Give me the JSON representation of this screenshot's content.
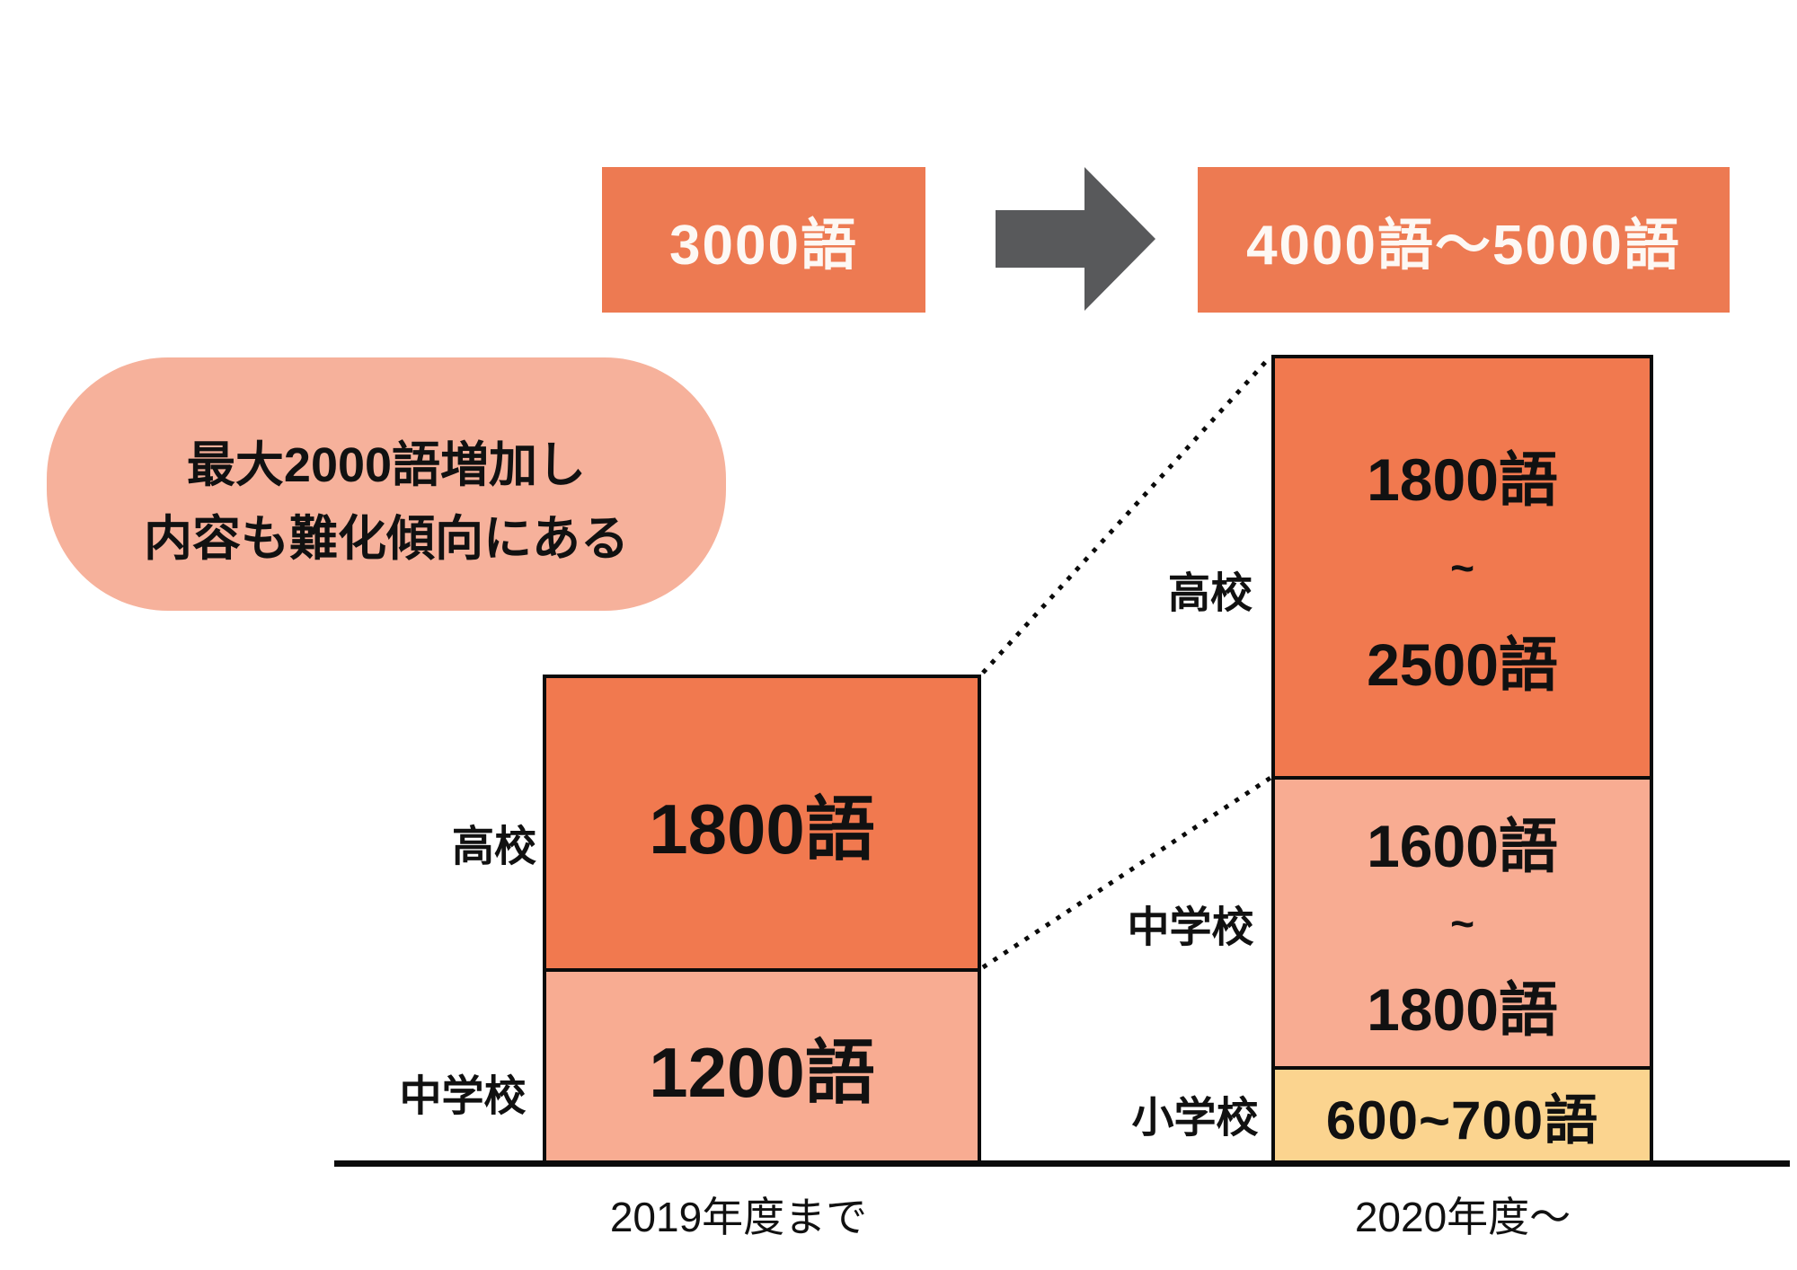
{
  "colors": {
    "accent_orange": "#F1794F",
    "flow_box_orange": "#ED7A52",
    "light_salmon": "#F8AC92",
    "bubble_salmon": "#F6B19B",
    "elementary_yellow": "#FBD48F",
    "arrow_gray": "#58595B",
    "line_black": "#0B0B0B"
  },
  "flow": {
    "before": "3000語",
    "after": "4000語〜5000語"
  },
  "callout": {
    "line1": "最大2000語増加し",
    "line2": "内容も難化傾向にある"
  },
  "left_bar": {
    "hs_label": "高校",
    "hs_value": "1800語",
    "jhs_label": "中学校",
    "jhs_value": "1200語"
  },
  "right_bar": {
    "hs_label": "高校",
    "hs_line1": "1800語",
    "hs_tilde": "~",
    "hs_line2": "2500語",
    "jhs_label": "中学校",
    "jhs_line1": "1600語",
    "jhs_tilde": "~",
    "jhs_line2": "1800語",
    "es_label": "小学校",
    "es_value": "600~700語"
  },
  "axis": {
    "left": "2019年度まで",
    "right": "2020年度〜"
  },
  "chart_data": {
    "type": "bar",
    "subtype": "stacked",
    "title": "",
    "categories": [
      "2019年度まで",
      "2020年度〜"
    ],
    "unit": "語",
    "totals_text": [
      "3000語",
      "4000語〜5000語"
    ],
    "series": [
      {
        "name": "小学校",
        "color": "#FBD48F",
        "values_min": [
          null,
          600
        ],
        "values_max": [
          null,
          700
        ],
        "value_text": [
          null,
          "600~700語"
        ]
      },
      {
        "name": "中学校",
        "color": "#F8AC92",
        "values_min": [
          1200,
          1600
        ],
        "values_max": [
          1200,
          1800
        ],
        "value_text": [
          "1200語",
          "1600語~1800語"
        ]
      },
      {
        "name": "高校",
        "color": "#F1794F",
        "values_min": [
          1800,
          1800
        ],
        "values_max": [
          1800,
          2500
        ],
        "value_text": [
          "1800語",
          "1800語~2500語"
        ]
      }
    ],
    "annotation": "最大2000語増加し内容も難化傾向にある",
    "legend_position": "none",
    "grid": false,
    "connector_lines": "dotted, link 2019 bar tops to 2020 segment tops"
  }
}
